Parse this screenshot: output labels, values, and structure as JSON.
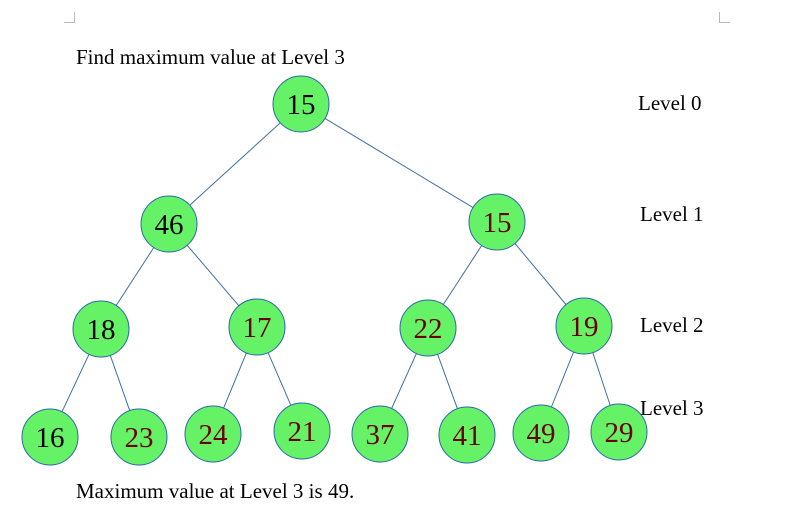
{
  "question": "Find maximum value at Level 3",
  "answer": "Maximum value at Level 3 is 49.",
  "levels": [
    "Level 0",
    "Level 1",
    "Level 2",
    "Level 3"
  ],
  "colors": {
    "node_fill": "#66f266",
    "node_stroke": "#2b6aa8",
    "edge": "#3f6fa6",
    "text_black": "#000000",
    "text_dark_red": "#6b0000"
  },
  "nodes": [
    {
      "id": "l0-a",
      "value": "15",
      "level": 0,
      "text_color": "black"
    },
    {
      "id": "l1-a",
      "value": "46",
      "level": 1,
      "text_color": "black"
    },
    {
      "id": "l1-b",
      "value": "15",
      "level": 1,
      "text_color": "dark_red"
    },
    {
      "id": "l2-a",
      "value": "18",
      "level": 2,
      "text_color": "black"
    },
    {
      "id": "l2-b",
      "value": "17",
      "level": 2,
      "text_color": "dark_red"
    },
    {
      "id": "l2-c",
      "value": "22",
      "level": 2,
      "text_color": "dark_red"
    },
    {
      "id": "l2-d",
      "value": "19",
      "level": 2,
      "text_color": "dark_red"
    },
    {
      "id": "l3-a",
      "value": "16",
      "level": 3,
      "text_color": "black"
    },
    {
      "id": "l3-b",
      "value": "23",
      "level": 3,
      "text_color": "dark_red"
    },
    {
      "id": "l3-c",
      "value": "24",
      "level": 3,
      "text_color": "dark_red"
    },
    {
      "id": "l3-d",
      "value": "21",
      "level": 3,
      "text_color": "dark_red"
    },
    {
      "id": "l3-e",
      "value": "37",
      "level": 3,
      "text_color": "dark_red"
    },
    {
      "id": "l3-f",
      "value": "41",
      "level": 3,
      "text_color": "dark_red"
    },
    {
      "id": "l3-g",
      "value": "49",
      "level": 3,
      "text_color": "dark_red"
    },
    {
      "id": "l3-h",
      "value": "29",
      "level": 3,
      "text_color": "dark_red"
    }
  ],
  "edges": [
    [
      "l0-a",
      "l1-a"
    ],
    [
      "l0-a",
      "l1-b"
    ],
    [
      "l1-a",
      "l2-a"
    ],
    [
      "l1-a",
      "l2-b"
    ],
    [
      "l1-b",
      "l2-c"
    ],
    [
      "l1-b",
      "l2-d"
    ],
    [
      "l2-a",
      "l3-a"
    ],
    [
      "l2-a",
      "l3-b"
    ],
    [
      "l2-b",
      "l3-c"
    ],
    [
      "l2-b",
      "l3-d"
    ],
    [
      "l2-c",
      "l3-e"
    ],
    [
      "l2-c",
      "l3-f"
    ],
    [
      "l2-d",
      "l3-g"
    ],
    [
      "l2-d",
      "l3-h"
    ]
  ]
}
